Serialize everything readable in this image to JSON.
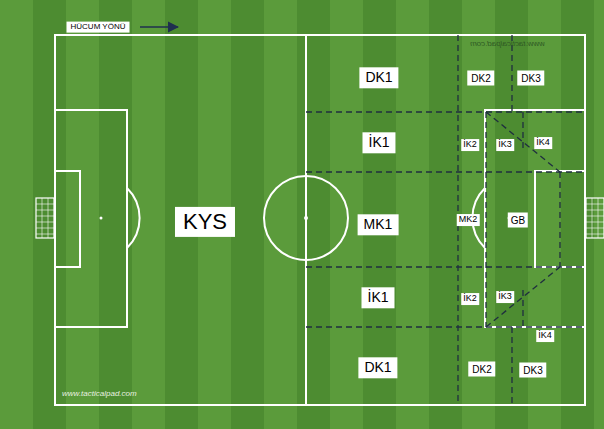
{
  "diagram": {
    "nodes": [
      {
        "text": [
          "HÜCUM YÖNÜ"
        ]
      },
      {
        "text": [
          "DK1"
        ]
      },
      {
        "text": [
          "DK2"
        ]
      },
      {
        "text": [
          "DK3"
        ]
      },
      {
        "text": [
          "İK1"
        ]
      },
      {
        "text": [
          "İK2"
        ]
      },
      {
        "text": [
          "İK3"
        ]
      },
      {
        "text": [
          "İK4"
        ]
      },
      {
        "text": [
          "KYS"
        ]
      },
      {
        "text": [
          "MK1"
        ]
      },
      {
        "text": [
          "MK2"
        ]
      },
      {
        "text": [
          "GB"
        ]
      },
      {
        "text": [
          "İK1"
        ]
      },
      {
        "text": [
          "İK2"
        ]
      },
      {
        "text": [
          "İK3"
        ]
      },
      {
        "text": [
          "İK4"
        ]
      },
      {
        "text": [
          "DK1"
        ]
      },
      {
        "text": [
          "DK2"
        ]
      },
      {
        "text": [
          "DK3"
        ]
      }
    ],
    "labels": [
      "www.tacticalpad.com",
      "www.tacticalpad.com"
    ]
  }
}
